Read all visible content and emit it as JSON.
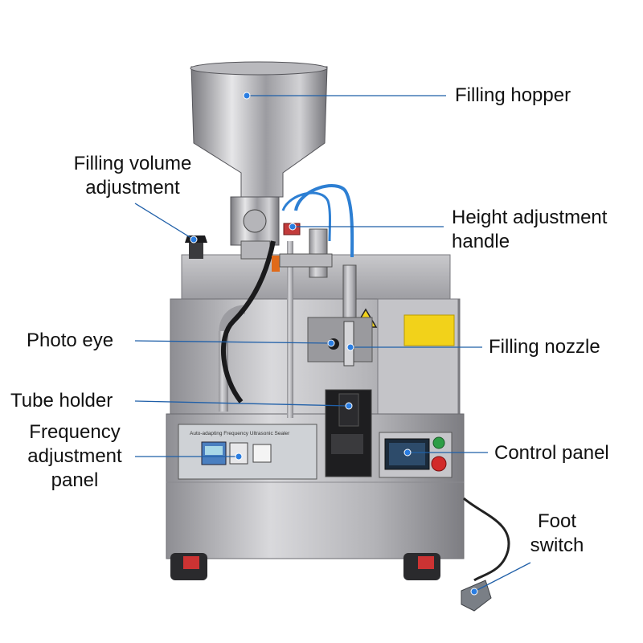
{
  "labels": {
    "filling_hopper": "Filling hopper",
    "filling_volume_adjustment": [
      "Filling volume",
      "adjustment"
    ],
    "height_adjustment_handle": [
      "Height adjustment",
      "handle"
    ],
    "photo_eye": "Photo eye",
    "filling_nozzle": "Filling nozzle",
    "tube_holder": "Tube holder",
    "frequency_adjustment_panel": [
      "Frequency",
      "adjustment",
      "panel"
    ],
    "control_panel": "Control panel",
    "foot_switch": [
      "Foot",
      "switch"
    ]
  },
  "machine": {
    "sealer_panel_text": "Auto-adapting Frequency Ultrasonic Sealer"
  },
  "colors": {
    "leader_line": "#1f5fa8",
    "marker_dot": "#2a7de1",
    "steel_light": "#d7d7d9",
    "steel_mid": "#a9a9ad",
    "steel_dark": "#6f6f74",
    "warning_yellow": "#f2d21a",
    "button_green": "#2e9e46",
    "button_red": "#d22a2a"
  }
}
